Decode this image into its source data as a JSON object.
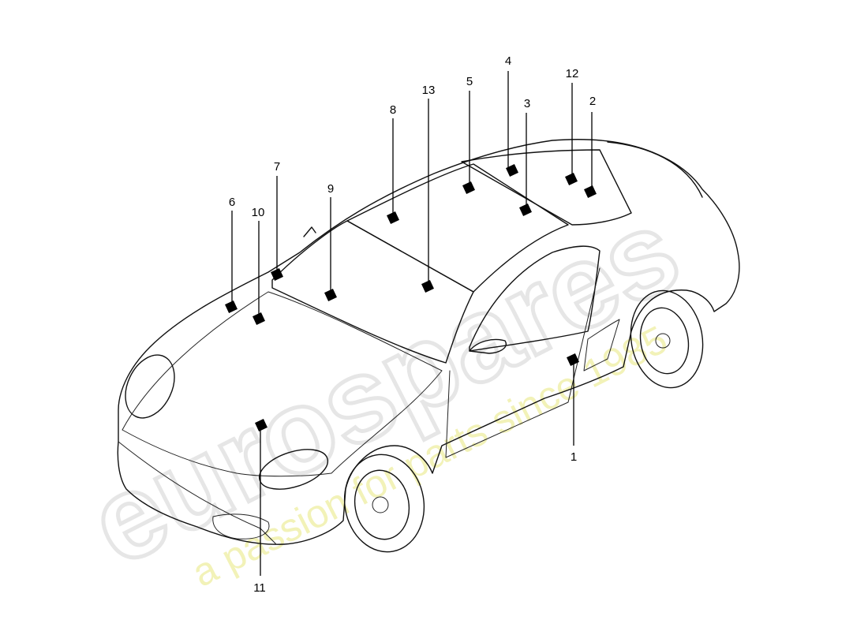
{
  "watermark": {
    "brand": "eurospares",
    "tagline": "a passion for parts since 1985"
  },
  "callouts": [
    {
      "label": "1"
    },
    {
      "label": "2"
    },
    {
      "label": "3"
    },
    {
      "label": "4"
    },
    {
      "label": "5"
    },
    {
      "label": "6"
    },
    {
      "label": "7"
    },
    {
      "label": "8"
    },
    {
      "label": "9"
    },
    {
      "label": "10"
    },
    {
      "label": "11"
    },
    {
      "label": "12"
    },
    {
      "label": "13"
    }
  ],
  "colors": {
    "line": "#111111",
    "marker": "#000000",
    "watermark_grey": "#e6e6e6",
    "watermark_yellow": "#f2f2b8"
  }
}
